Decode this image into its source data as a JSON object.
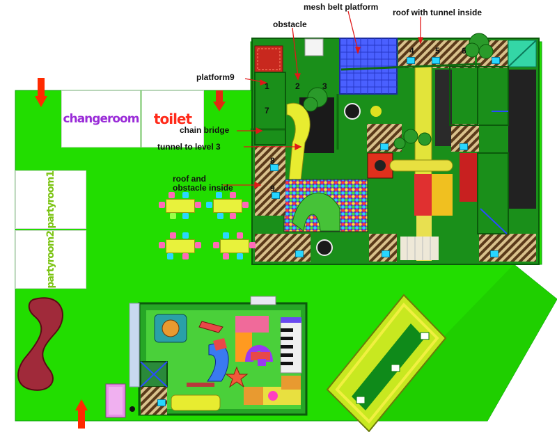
{
  "rooms": {
    "changeroom": "changeroom",
    "toilet": "toilet",
    "partyroom1": "partyroom1",
    "partyroom2": "partyroom2"
  },
  "callouts": {
    "mesh_belt_platform": "mesh belt platform",
    "roof_with_tunnel_inside": "roof with tunnel inside",
    "obstacle": "obstacle",
    "platform9": "platform9",
    "chain_bridge": "chain bridge",
    "tunnel_to_level_3": "tunnel to level 3",
    "roof_and_obstacle_inside_line1": "roof and",
    "roof_and_obstacle_inside_line2": "obstacle inside"
  },
  "platform_numbers": [
    "1",
    "2",
    "3",
    "4",
    "5",
    "6",
    "7",
    "8",
    "9"
  ],
  "colors": {
    "floor_green": "#22dd00",
    "structure_green": "#169a1a",
    "entrance_arrow": "#ff2a00",
    "changeroom_text": "#9a2cd8",
    "toilet_text": "#ff2a1a",
    "partyroom_text": "#7cc414",
    "callout_line": "#e01818"
  },
  "icons": [
    "entrance-arrow-icon",
    "exit-arrow-icon"
  ]
}
